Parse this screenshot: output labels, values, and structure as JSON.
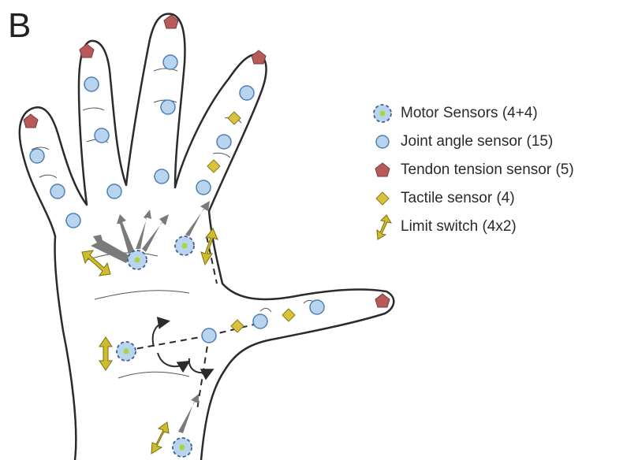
{
  "panel_label": "B",
  "colors": {
    "joint": "#b8d4ee",
    "joint_stroke": "#4f7fb2",
    "tendon": "#b65a5a",
    "tactile": "#d9c33e",
    "limit": "#cdbd2e",
    "motor_center": "#a9d33f",
    "outline": "#2b2b2b",
    "gray_arrow": "#7a7a7a"
  },
  "legend": {
    "items": [
      {
        "label": "Motor Sensors (4+4)",
        "icon": "motor-sensor-icon"
      },
      {
        "label": "Joint angle sensor (15)",
        "icon": "joint-angle-sensor-icon"
      },
      {
        "label": "Tendon tension sensor (5)",
        "icon": "tendon-tension-sensor-icon"
      },
      {
        "label": "Tactile sensor (4)",
        "icon": "tactile-sensor-icon"
      },
      {
        "label": "Limit switch (4x2)",
        "icon": "limit-switch-icon"
      }
    ]
  }
}
